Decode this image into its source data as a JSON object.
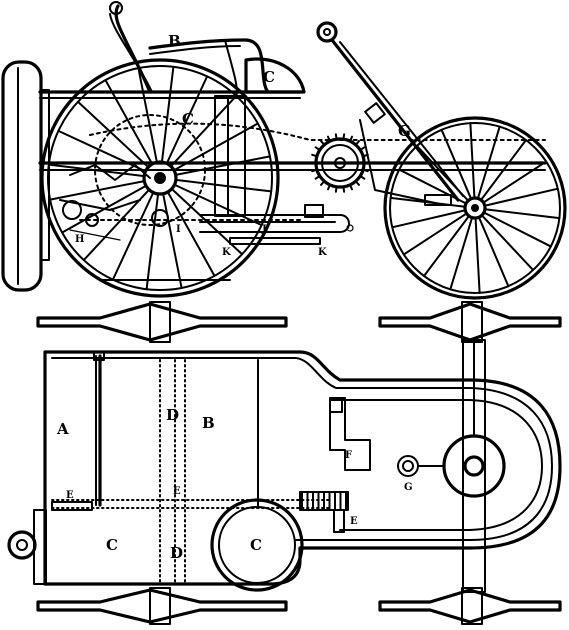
{
  "side_view": {
    "labels": {
      "B": "B",
      "C_top": "C",
      "C_mid": "C",
      "G": "G",
      "H": "H",
      "I": "I",
      "J": "J",
      "K1": "K",
      "K2": "K"
    }
  },
  "plan_view": {
    "labels": {
      "A": "A",
      "B": "B",
      "C_left": "C",
      "C_right": "C",
      "D_top": "D",
      "D_bottom": "D",
      "E_left": "E",
      "E_mid": "E",
      "E_right": "E",
      "F": "F",
      "G": "G"
    }
  }
}
